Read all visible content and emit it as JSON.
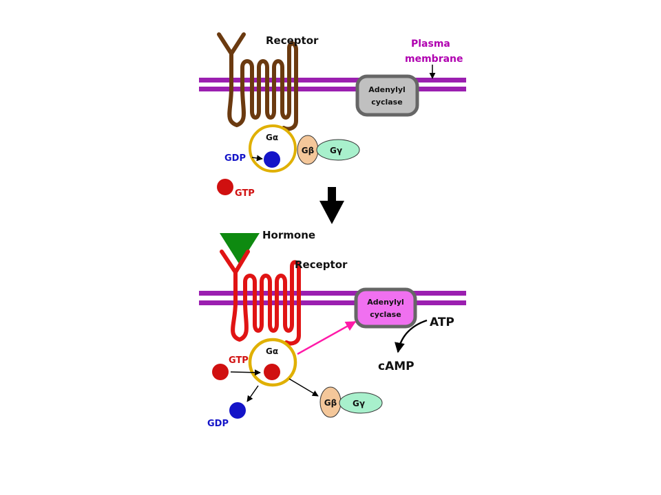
{
  "labels": {
    "receptor": "Receptor",
    "plasma_membrane_line1": "Plasma",
    "plasma_membrane_line2": "membrane",
    "adenylyl_line1": "Adenylyl",
    "adenylyl_line2": "cyclase",
    "hormone": "Hormone",
    "gdp": "GDP",
    "gtp": "GTP",
    "atp": "ATP",
    "camp": "cAMP",
    "g_alpha": "Gα",
    "g_beta": "Gβ",
    "g_gamma": "Gγ"
  },
  "colors": {
    "membrane": "#9b1fb0",
    "receptor_inactive": "#6b3a10",
    "receptor_active": "#e01414",
    "hormone": "#0e8a10",
    "g_alpha_ring": "#e0b000",
    "g_beta_fill": "#f4c79a",
    "g_gamma_fill": "#a8f0cc",
    "gdp": "#1414c8",
    "gtp": "#d01010",
    "cyclase_inactive_fill": "#c0c0c0",
    "cyclase_active_fill": "#f070f0",
    "activation_arrow": "#ff1aa8",
    "membrane_label": "#b000b0"
  }
}
